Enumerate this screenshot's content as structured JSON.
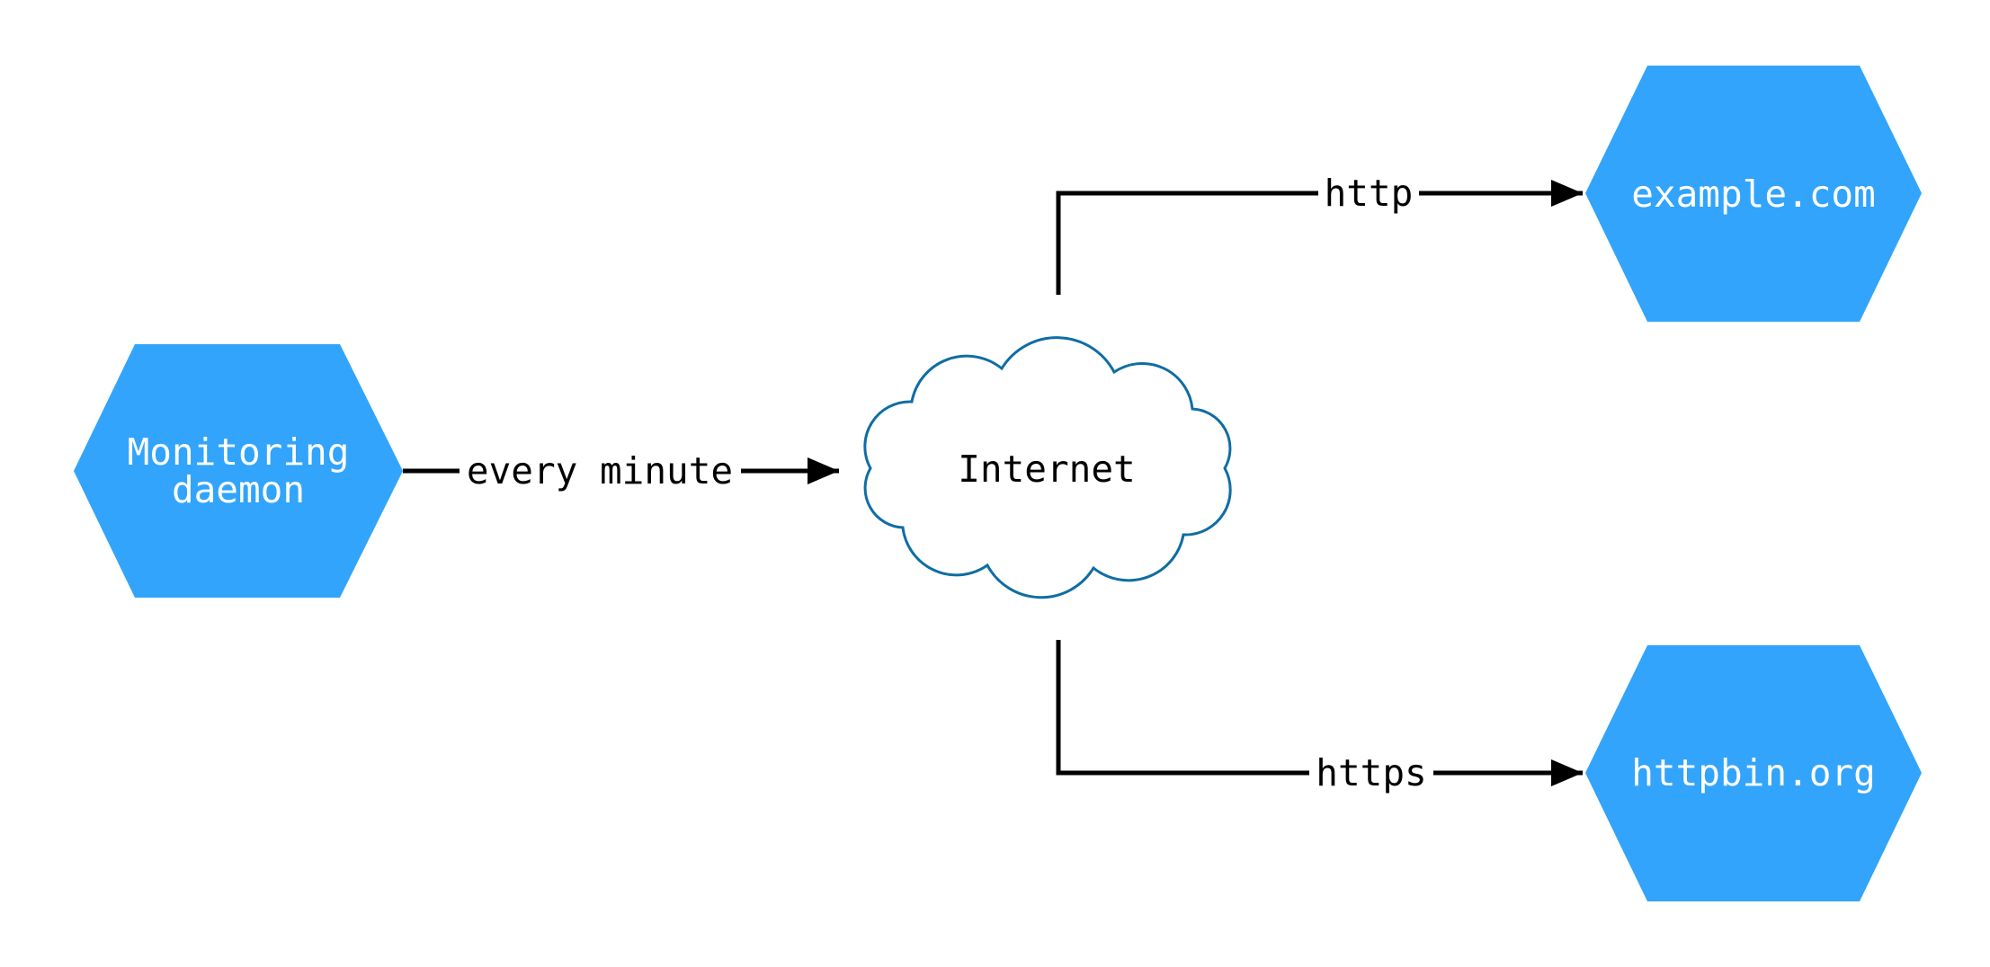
{
  "diagram": {
    "colors": {
      "node_fill": "#32a4fb",
      "node_text": "#ffffff",
      "cloud_fill": "#ffffff",
      "cloud_stroke": "#0f6da3",
      "edge": "#000000",
      "label_text": "#000000",
      "background": "#ffffff"
    },
    "nodes": {
      "monitoring_daemon": {
        "shape": "hexagon",
        "label_lines": [
          "Monitoring",
          "daemon"
        ]
      },
      "internet": {
        "shape": "cloud",
        "label": "Internet"
      },
      "example_com": {
        "shape": "hexagon",
        "label": "example.com"
      },
      "httpbin_org": {
        "shape": "hexagon",
        "label": "httpbin.org"
      }
    },
    "edges": [
      {
        "from": "monitoring_daemon",
        "to": "internet",
        "label": "every minute"
      },
      {
        "from": "internet",
        "to": "example_com",
        "label": "http"
      },
      {
        "from": "internet",
        "to": "httpbin_org",
        "label": "https"
      }
    ]
  }
}
